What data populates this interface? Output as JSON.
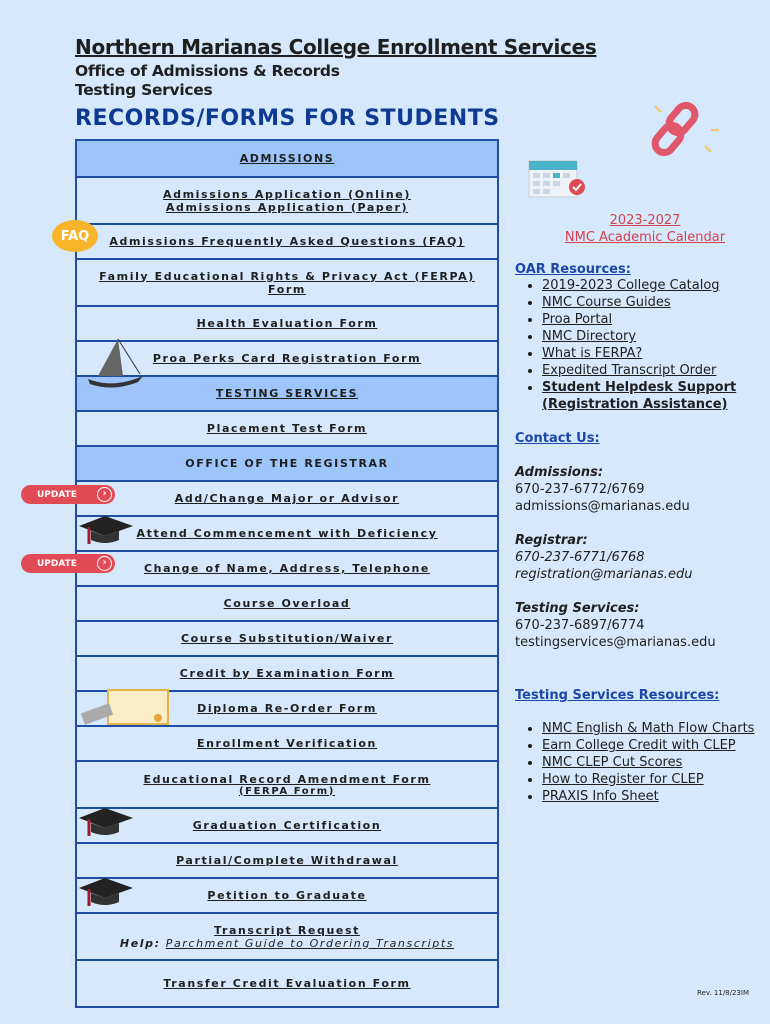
{
  "header": {
    "title": "Northern Marianas College Enrollment Services",
    "sub1": "Office of Admissions & Records",
    "sub2": "Testing Services",
    "heading": "RECORDS/FORMS FOR STUDENTS"
  },
  "badges": {
    "faq": "FAQ",
    "update": "UPDATE"
  },
  "table": {
    "admissions": "ADMISSIONS",
    "app_online": "Admissions Application (Online)",
    "app_paper": "Admissions Application (Paper)",
    "faq": "Admissions Frequently Asked Questions (FAQ)",
    "ferpa1": "Family Educational Rights & Privacy Act (FERPA)",
    "ferpa2": "Form",
    "health": "Health Evaluation Form",
    "proa": "Proa Perks Card Registration Form",
    "testing": "TESTING SERVICES",
    "placement": "Placement Test Form",
    "registrar": "OFFICE OF THE REGISTRAR",
    "add_change": "Add/Change Major or Advisor",
    "commencement": "Attend Commencement with Deficiency",
    "change_name": "Change of Name, Address, Telephone",
    "overload": "Course Overload",
    "substitution": "Course Substitution/Waiver",
    "credit_exam": "Credit by Examination Form",
    "diploma": "Diploma Re-Order Form",
    "enrollment": "Enrollment Verification",
    "edu_record": "Educational Record Amendment Form",
    "edu_record_sub": "(FERPA Form)",
    "grad_cert": "Graduation Certification",
    "withdrawal": "Partial/Complete Withdrawal",
    "petition": "Petition to Graduate",
    "transcript": "Transcript Request",
    "help_label": "Help:",
    "help_link": "Parchment Guide to Ordering Transcripts",
    "transfer": "Transfer Credit Evaluation Form"
  },
  "calendar": {
    "years": "2023-2027",
    "label": "NMC Academic Calendar"
  },
  "oar": {
    "title": "OAR Resources:",
    "items": [
      "2019-2023 College Catalog",
      "NMC Course Guides",
      "Proa Portal",
      "NMC Directory",
      "What is FERPA?",
      "Expedited Transcript Order",
      "Student Helpdesk Support (Registration Assistance)"
    ]
  },
  "contact": {
    "title": "Contact Us:",
    "admissions": {
      "label": "Admissions:",
      "phone": "670-237-6772/6769",
      "email": "admissions@marianas.edu"
    },
    "registrar": {
      "label": "Registrar:",
      "phone": "670-237-6771/6768",
      "email": "registration@marianas.edu"
    },
    "testing": {
      "label": "Testing Services:",
      "phone": "670-237-6897/6774",
      "email": "testingservices@marianas.edu"
    }
  },
  "testing_resources": {
    "title": "Testing Services Resources:",
    "items": [
      "NMC English & Math Flow Charts",
      "Earn College Credit with CLEP",
      "NMC CLEP Cut Scores",
      "How to Register for CLEP",
      "PRAXIS Info Sheet"
    ]
  },
  "revision": "Rev. 11/8/23IM",
  "colors": {
    "accent": "#0f3a93",
    "border": "#1f4ea3",
    "header_fill": "#9dc5f9",
    "background": "#d5e8fc",
    "update": "#e24a55",
    "calendar": "#d6404f"
  }
}
